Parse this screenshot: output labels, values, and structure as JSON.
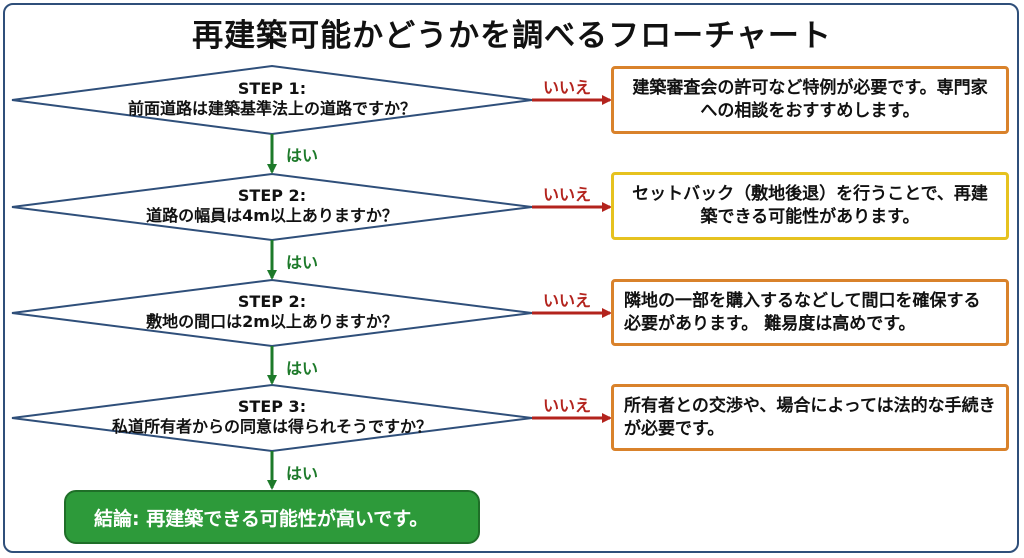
{
  "title": "再建築可能かどうかを調べるフローチャート",
  "steps": [
    {
      "step": "STEP 1:",
      "question": "前面道路は建築基準法上の道路ですか？",
      "no_label": "いいえ",
      "yes_label": "はい",
      "result": "建築審査会の許可など特例が必要です。専門家への相談をおすすめします。"
    },
    {
      "step": "STEP 2:",
      "question": "道路の幅員は4m以上ありますか？",
      "no_label": "いいえ",
      "yes_label": "はい",
      "result": "セットバック（敷地後退）を行うことで、再建築できる可能性があります。"
    },
    {
      "step": "STEP 2:",
      "question": "敷地の間口は2m以上ありますか？",
      "no_label": "いいえ",
      "yes_label": "はい",
      "result": "隣地の一部を購入するなどして間口を確保する必要があります。 難易度は高めです。"
    },
    {
      "step": "STEP 3:",
      "question": "私道所有者からの同意は得られそうですか？",
      "no_label": "いいえ",
      "yes_label": "はい",
      "result": "所有者との交渉や、場合によっては法的な手続きが必要です。"
    }
  ],
  "conclusion": "結論: 再建築できる可能性が高いです。",
  "colors": {
    "yes": "#1d7a2a",
    "no": "#b3231d",
    "diamond": "#2f4f7a",
    "orange": "#d9822b",
    "yellow": "#e6c21f",
    "green": "#2d9a3a"
  }
}
